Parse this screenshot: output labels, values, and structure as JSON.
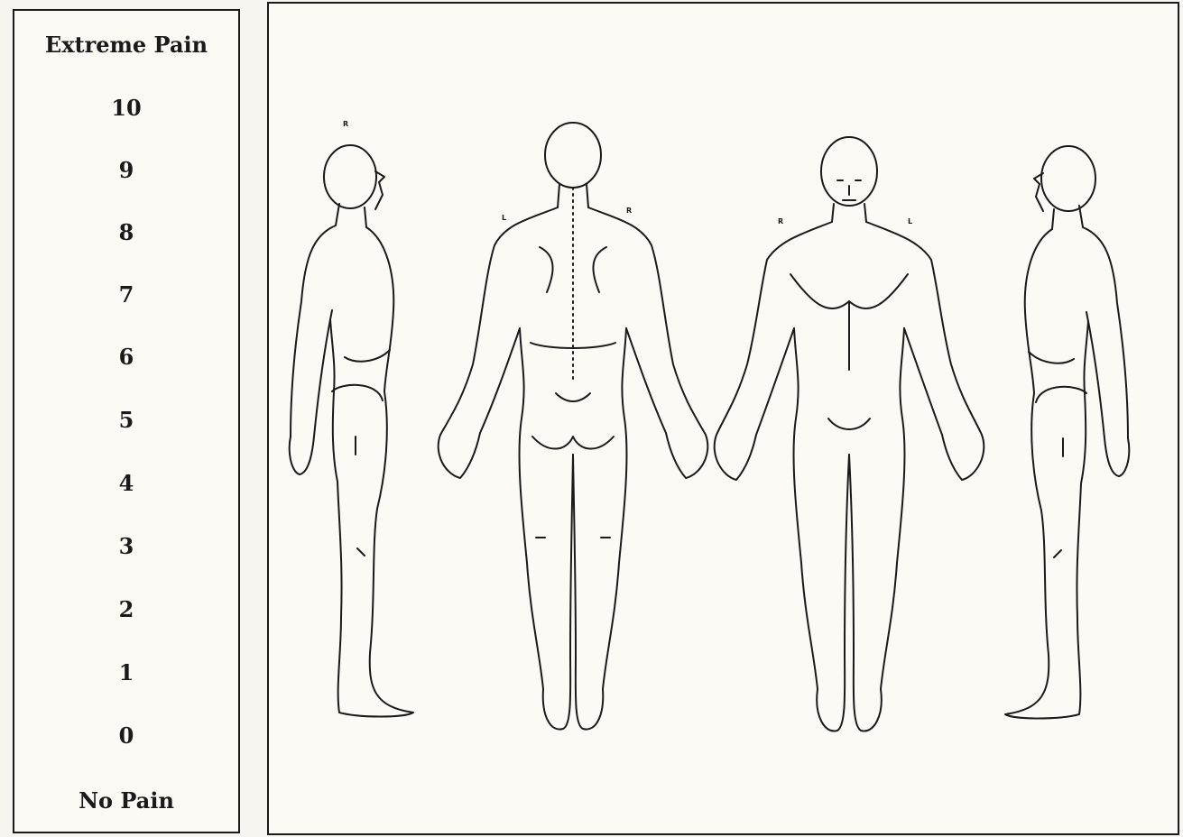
{
  "pain_scale": {
    "top_label": "Extreme Pain",
    "levels": [
      "10",
      "9",
      "8",
      "7",
      "6",
      "5",
      "4",
      "3",
      "2",
      "1",
      "0"
    ],
    "bottom_label": "No Pain"
  },
  "body_diagram": {
    "views": [
      "right-side",
      "back",
      "front",
      "left-side"
    ],
    "side_markers": {
      "right_view": "R",
      "back_left": "L",
      "back_right": "R",
      "front_right": "R",
      "front_left": "L"
    }
  }
}
